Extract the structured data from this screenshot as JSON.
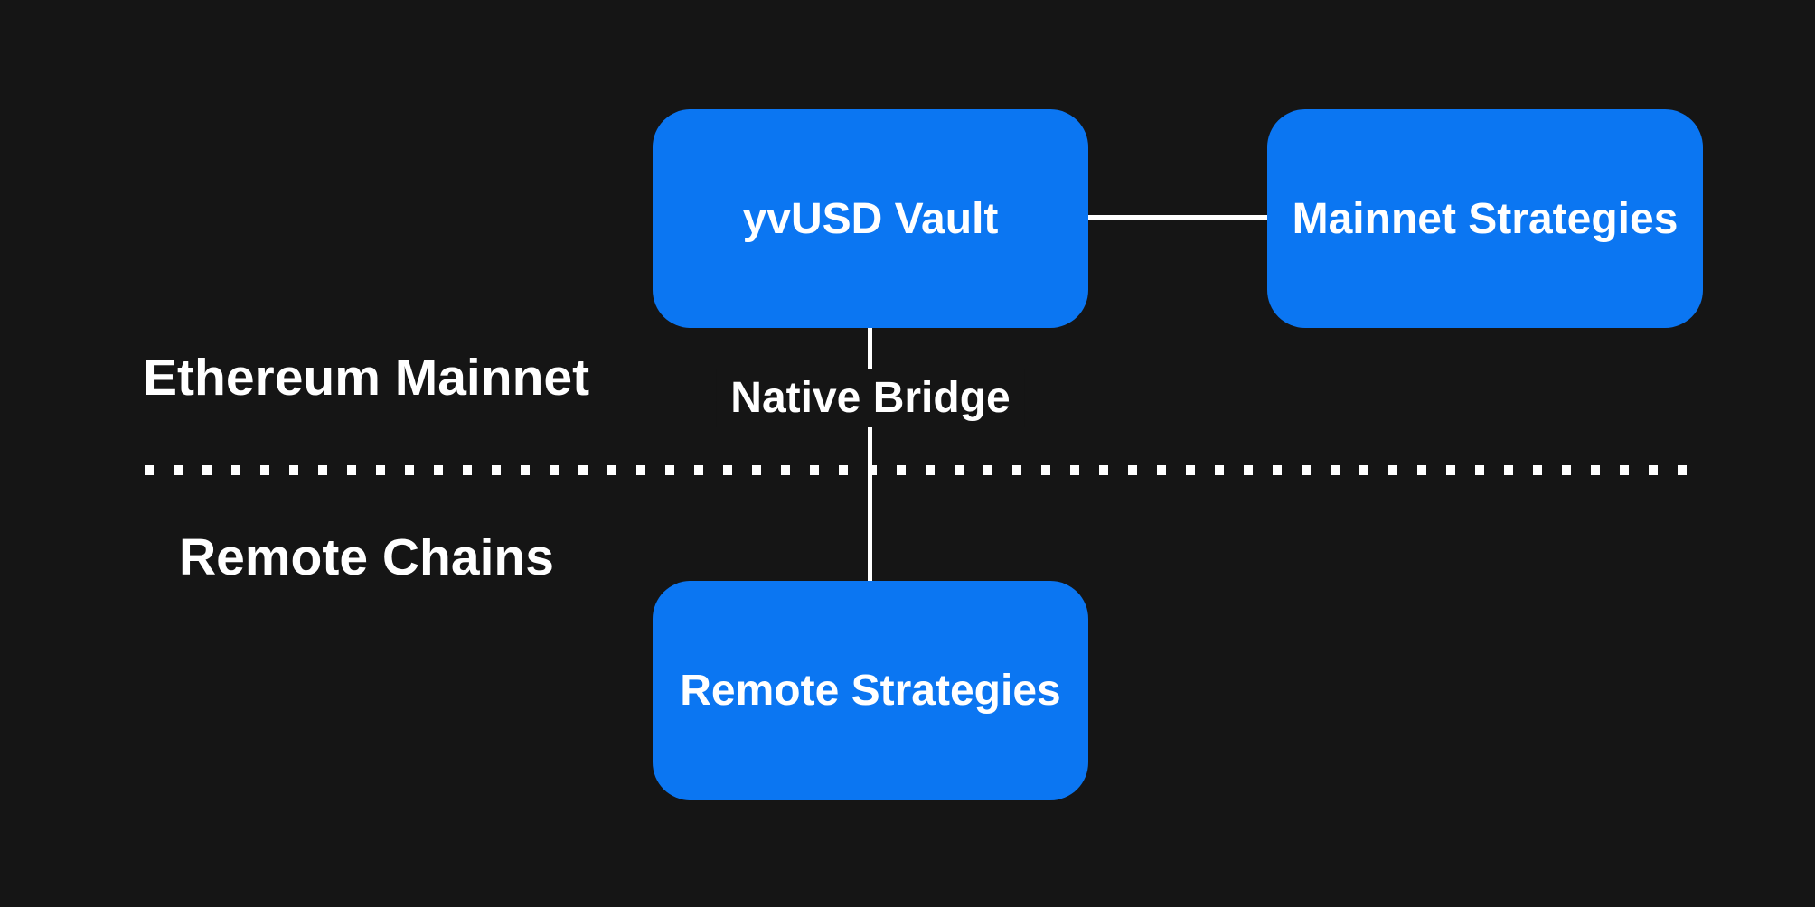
{
  "diagram": {
    "background": "#151515",
    "node_fill": "#0b76f2",
    "node_text_color": "#ffffff",
    "connector_color": "#ffffff",
    "zones": {
      "mainnet": {
        "label": "Ethereum Mainnet"
      },
      "remote": {
        "label": "Remote Chains"
      }
    },
    "nodes": {
      "yvusd_vault": {
        "label": "yvUSD Vault"
      },
      "mainnet_strategies": {
        "label": "Mainnet Strategies"
      },
      "remote_strategies": {
        "label": "Remote Strategies"
      }
    },
    "edges": {
      "native_bridge": {
        "label": "Native Bridge"
      }
    }
  }
}
